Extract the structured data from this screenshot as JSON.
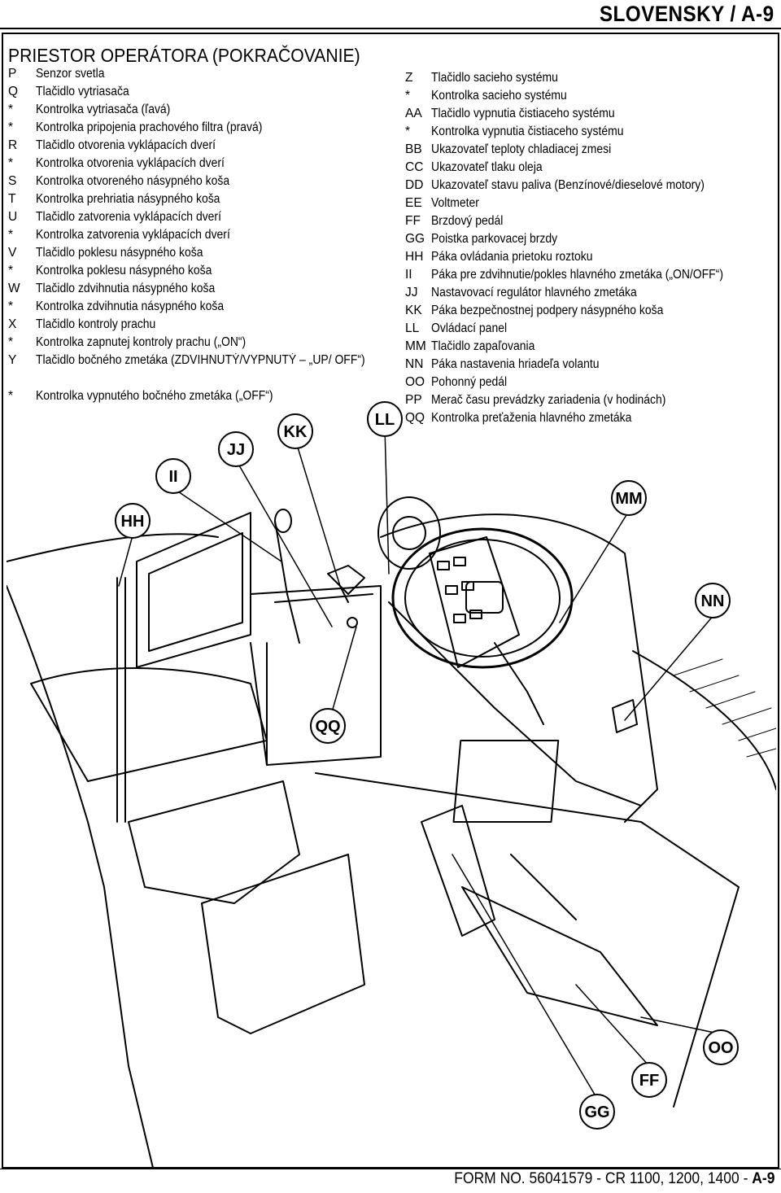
{
  "header": {
    "title": "SLOVENSKY / A-9"
  },
  "section_title": "PRIESTOR OPERÁTORA (POKRAČOVANIE)",
  "legend_left": [
    {
      "key": "P",
      "desc": "Senzor svetla"
    },
    {
      "key": "Q",
      "desc": "Tlačidlo vytriasača"
    },
    {
      "key": "*",
      "desc": "Kontrolka vytriasača (ľavá)"
    },
    {
      "key": "*",
      "desc": "Kontrolka pripojenia prachového filtra (pravá)"
    },
    {
      "key": "R",
      "desc": "Tlačidlo otvorenia vyklápacích dverí"
    },
    {
      "key": "*",
      "desc": "Kontrolka otvorenia vyklápacích dverí"
    },
    {
      "key": "S",
      "desc": "Kontrolka otvoreného násypného koša"
    },
    {
      "key": "T",
      "desc": "Kontrolka prehriatia násypného koša"
    },
    {
      "key": "U",
      "desc": "Tlačidlo zatvorenia vyklápacích dverí"
    },
    {
      "key": "*",
      "desc": "Kontrolka zatvorenia vyklápacích dverí"
    },
    {
      "key": "V",
      "desc": "Tlačidlo poklesu násypného koša"
    },
    {
      "key": "*",
      "desc": "Kontrolka poklesu násypného koša"
    },
    {
      "key": "W",
      "desc": "Tlačidlo zdvihnutia násypného koša"
    },
    {
      "key": "*",
      "desc": "Kontrolka zdvihnutia násypného koša"
    },
    {
      "key": "X",
      "desc": "Tlačidlo kontroly prachu"
    },
    {
      "key": "*",
      "desc": "Kontrolka zapnutej kontroly prachu („ON“)"
    },
    {
      "key": "Y",
      "desc": "Tlačidlo bočného zmetáka (ZDVIHNUTÝ/VYPNUTÝ – „UP/ OFF“)"
    },
    {
      "key": "*",
      "desc": "Kontrolka vypnutého bočného zmetáka („OFF“)"
    }
  ],
  "legend_right": [
    {
      "key": "Z",
      "desc": "Tlačidlo sacieho systému"
    },
    {
      "key": "*",
      "desc": "Kontrolka sacieho systému"
    },
    {
      "key": "AA",
      "desc": "Tlačidlo vypnutia čistiaceho systému"
    },
    {
      "key": "*",
      "desc": "Kontrolka vypnutia čistiaceho systému"
    },
    {
      "key": "BB",
      "desc": "Ukazovateľ teploty chladiacej zmesi"
    },
    {
      "key": "CC",
      "desc": "Ukazovateľ tlaku oleja"
    },
    {
      "key": "DD",
      "desc": "Ukazovateľ stavu paliva (Benzínové/dieselové motory)"
    },
    {
      "key": "EE",
      "desc": "Voltmeter"
    },
    {
      "key": "FF",
      "desc": "Brzdový pedál"
    },
    {
      "key": "GG",
      "desc": "Poistka parkovacej brzdy"
    },
    {
      "key": "HH",
      "desc": "Páka ovládania prietoku roztoku"
    },
    {
      "key": "II",
      "desc": "Páka pre zdvihnutie/pokles hlavného zmetáka („ON/OFF“)"
    },
    {
      "key": "JJ",
      "desc": "Nastavovací regulátor hlavného zmetáka"
    },
    {
      "key": "KK",
      "desc": "Páka bezpečnostnej podpery násypného koša"
    },
    {
      "key": "LL",
      "desc": "Ovládací panel"
    },
    {
      "key": "MM",
      "desc": "Tlačidlo zapaľovania"
    },
    {
      "key": "NN",
      "desc": "Páka nastavenia hriadeľa volantu"
    },
    {
      "key": "OO",
      "desc": "Pohonný pedál"
    },
    {
      "key": "PP",
      "desc": "Merač času prevádzky zariadenia (v hodinách)"
    },
    {
      "key": "QQ",
      "desc": "Kontrolka preťaženia hlavného zmetáka"
    }
  ],
  "callouts": {
    "hh": "HH",
    "ii": "II",
    "jj": "JJ",
    "kk": "KK",
    "ll": "LL",
    "mm": "MM",
    "nn": "NN",
    "qq": "QQ",
    "ff": "FF",
    "gg": "GG",
    "oo": "OO"
  },
  "footer": {
    "form": "FORM NO. 56041579 - CR 1100, 1200, 1400 - ",
    "page": "A-9"
  }
}
